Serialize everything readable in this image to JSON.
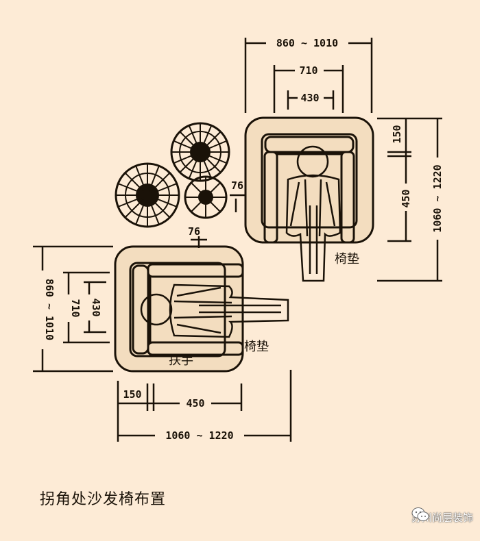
{
  "caption": "拐角处沙发椅布置",
  "labels": {
    "cushion_top": "椅垫",
    "cushion_left": "椅垫",
    "armrest": "扶手"
  },
  "dimensions": {
    "top_outer_width": "860 ~ 1010",
    "top_mid_width": "710",
    "top_inner_width": "430",
    "top_back": "150",
    "top_seat": "450",
    "top_total_depth": "1060 ~ 1220",
    "gap_76_side": "76",
    "gap_76_top": "76",
    "left_outer_height": "860 ~ 1010",
    "left_mid_height": "710",
    "left_inner_height": "430",
    "bottom_back": "150",
    "bottom_seat": "450",
    "bottom_total": "1060 ~ 1220"
  },
  "watermark": {
    "text": "苏州尚层装饰",
    "icon": "wechat-icon"
  }
}
